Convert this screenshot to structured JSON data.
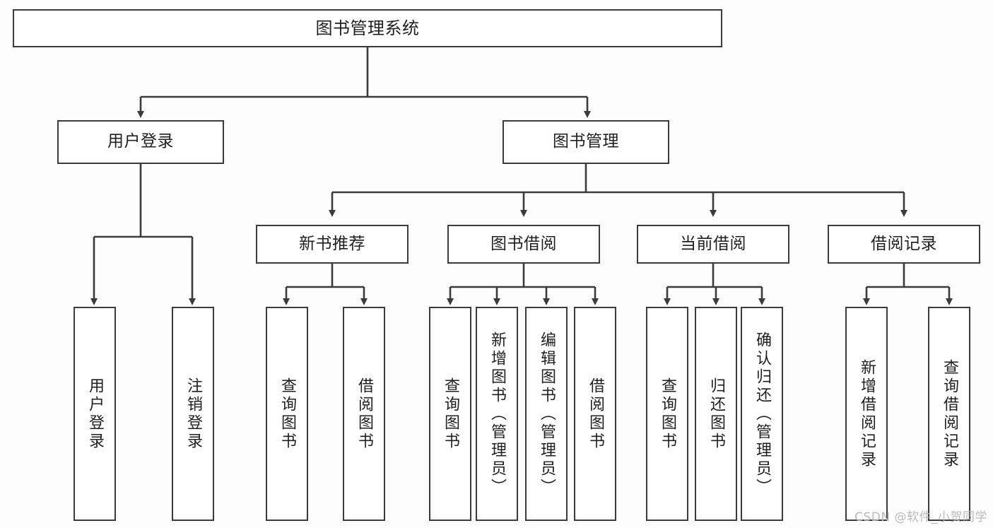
{
  "diagram": {
    "title": "图书管理系统",
    "type": "tree-hierarchy-chart",
    "watermark": "CSDN @软件_小贺同学",
    "colors": {
      "background": "#fdfdfd",
      "box_fill": "#ffffff",
      "box_border": "#3b3b3b",
      "connector": "#3b3b3b",
      "text": "#1f1f1f",
      "watermark": "#b9b9b9"
    },
    "root": {
      "label": "图书管理系统"
    },
    "level2": [
      {
        "label": "用户登录"
      },
      {
        "label": "图书管理"
      }
    ],
    "level3": [
      {
        "label": "新书推荐"
      },
      {
        "label": "图书借阅"
      },
      {
        "label": "当前借阅"
      },
      {
        "label": "借阅记录"
      }
    ],
    "leaves": {
      "user_login": [
        {
          "label": "用户登录"
        },
        {
          "label": "注销登录"
        }
      ],
      "new_book": [
        {
          "label": "查询图书"
        },
        {
          "label": "借阅图书"
        }
      ],
      "borrow_book": [
        {
          "label": "查询图书"
        },
        {
          "label": "新增图书（管理员）"
        },
        {
          "label": "编辑图书（管理员）"
        },
        {
          "label": "借阅图书"
        }
      ],
      "current_borrow": [
        {
          "label": "查询图书"
        },
        {
          "label": "归还图书"
        },
        {
          "label": "确认归还（管理员）"
        }
      ],
      "borrow_record": [
        {
          "label": "新增借阅记录"
        },
        {
          "label": "查询借阅记录"
        }
      ]
    }
  }
}
